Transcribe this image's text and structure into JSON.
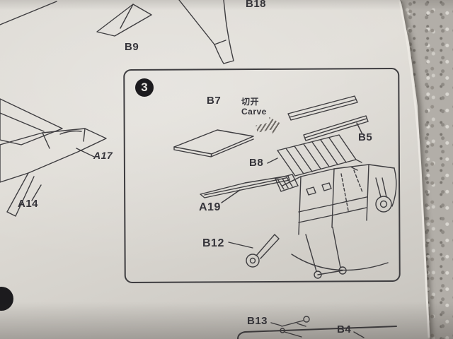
{
  "sheet": {
    "description": "model kit assembly instruction sheet, step 3",
    "step_number": "3",
    "labels": {
      "b18": "B18",
      "b9": "B9",
      "b7": "B7",
      "carve_zh": "切开",
      "carve_en": "Carve",
      "b5": "B5",
      "b8": "B8",
      "a19": "A19",
      "b12": "B12",
      "a17": "A17",
      "a14": "A14",
      "b13": "B13",
      "b4": "B4"
    },
    "colors": {
      "ink": "#3e3d40",
      "paper": "#dcd9d3",
      "background": "#b2aea8"
    }
  }
}
